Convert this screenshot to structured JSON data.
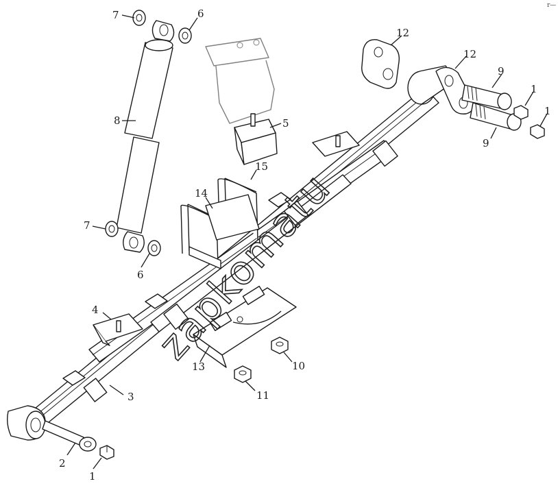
{
  "diagram": {
    "callouts": [
      {
        "id": "c1a",
        "label": "1"
      },
      {
        "id": "c1b",
        "label": "1"
      },
      {
        "id": "c1c",
        "label": "1"
      },
      {
        "id": "c2",
        "label": "2"
      },
      {
        "id": "c3",
        "label": "3"
      },
      {
        "id": "c4",
        "label": "4"
      },
      {
        "id": "c5",
        "label": "5"
      },
      {
        "id": "c6a",
        "label": "6"
      },
      {
        "id": "c6b",
        "label": "6"
      },
      {
        "id": "c7a",
        "label": "7"
      },
      {
        "id": "c7b",
        "label": "7"
      },
      {
        "id": "c8",
        "label": "8"
      },
      {
        "id": "c9a",
        "label": "9"
      },
      {
        "id": "c9b",
        "label": "9"
      },
      {
        "id": "c10",
        "label": "10"
      },
      {
        "id": "c11",
        "label": "11"
      },
      {
        "id": "c12a",
        "label": "12"
      },
      {
        "id": "c12b",
        "label": "12"
      },
      {
        "id": "c13",
        "label": "13"
      },
      {
        "id": "c14",
        "label": "14"
      },
      {
        "id": "c15",
        "label": "15"
      }
    ],
    "watermark": "zapkomatu",
    "corner_mark": "r—"
  }
}
